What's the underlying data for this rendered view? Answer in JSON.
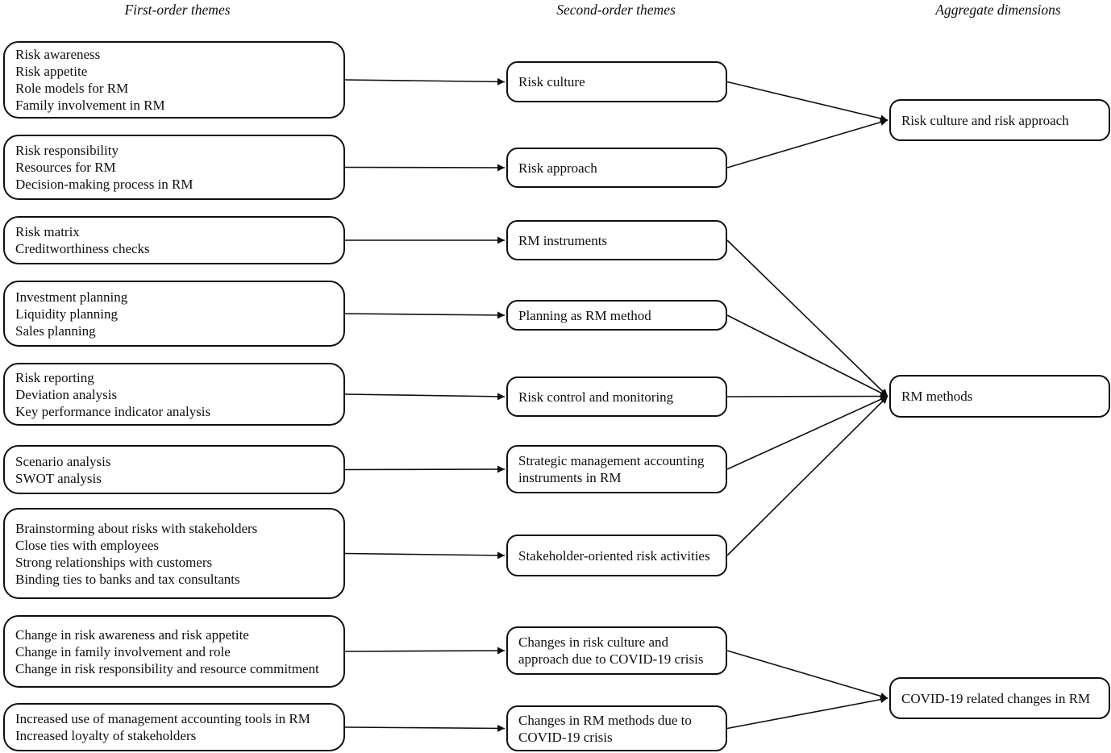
{
  "headers": {
    "first": "First-order themes",
    "second": "Second-order themes",
    "aggregate": "Aggregate dimensions"
  },
  "colors": {
    "line": "#0f0f0f",
    "background": "#ffffff"
  },
  "first_order_boxes": [
    {
      "lines": [
        "Risk awareness",
        "Risk appetite",
        "Role models for RM",
        "Family involvement in RM"
      ]
    },
    {
      "lines": [
        "Risk responsibility",
        "Resources for RM",
        "Decision-making process in RM"
      ]
    },
    {
      "lines": [
        "Risk matrix",
        "Creditworthiness checks"
      ]
    },
    {
      "lines": [
        "Investment planning",
        "Liquidity planning",
        "Sales planning"
      ]
    },
    {
      "lines": [
        "Risk reporting",
        "Deviation analysis",
        "Key performance indicator analysis"
      ]
    },
    {
      "lines": [
        "Scenario analysis",
        "SWOT analysis"
      ]
    },
    {
      "lines": [
        "Brainstorming about risks with stakeholders",
        "Close ties with employees",
        "Strong relationships with customers",
        "Binding ties to banks and tax consultants"
      ]
    },
    {
      "lines": [
        "Change in risk awareness and risk appetite",
        "Change in family involvement and role",
        "Change in risk responsibility and resource commitment"
      ]
    },
    {
      "lines": [
        "Increased use of management accounting tools in RM",
        "Increased loyalty of stakeholders"
      ]
    }
  ],
  "second_order_boxes": [
    {
      "label": "Risk culture"
    },
    {
      "label": "Risk approach"
    },
    {
      "label": "RM instruments"
    },
    {
      "label": "Planning as RM method"
    },
    {
      "label": "Risk control and monitoring"
    },
    {
      "label": "Strategic management accounting instruments in RM"
    },
    {
      "label": "Stakeholder-oriented risk activities"
    },
    {
      "label": "Changes in risk culture and approach due to COVID-19 crisis"
    },
    {
      "label": "Changes in RM methods due to COVID-19 crisis"
    }
  ],
  "aggregate_boxes": [
    {
      "label": "Risk culture and risk approach"
    },
    {
      "label": "RM methods"
    },
    {
      "label": "COVID-19 related changes in RM"
    }
  ],
  "links": {
    "first_to_second": [
      [
        0,
        0
      ],
      [
        1,
        1
      ],
      [
        2,
        2
      ],
      [
        3,
        3
      ],
      [
        4,
        4
      ],
      [
        5,
        5
      ],
      [
        6,
        6
      ],
      [
        7,
        7
      ],
      [
        8,
        8
      ]
    ],
    "second_to_aggregate": [
      [
        0,
        0
      ],
      [
        1,
        0
      ],
      [
        2,
        1
      ],
      [
        3,
        1
      ],
      [
        4,
        1
      ],
      [
        5,
        1
      ],
      [
        6,
        1
      ],
      [
        7,
        2
      ],
      [
        8,
        2
      ]
    ]
  }
}
